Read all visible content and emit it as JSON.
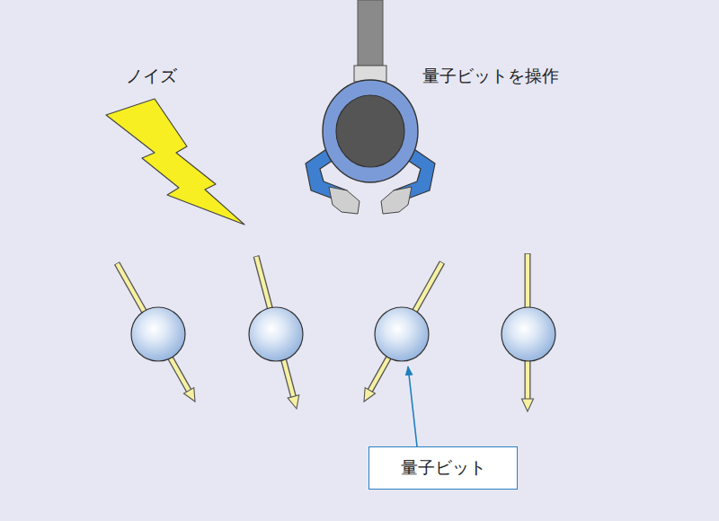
{
  "diagram": {
    "nodes": [
      {
        "text": [
          "量子ビット"
        ]
      }
    ],
    "labels": [
      "ノイズ",
      "量子ビットを操作"
    ]
  }
}
